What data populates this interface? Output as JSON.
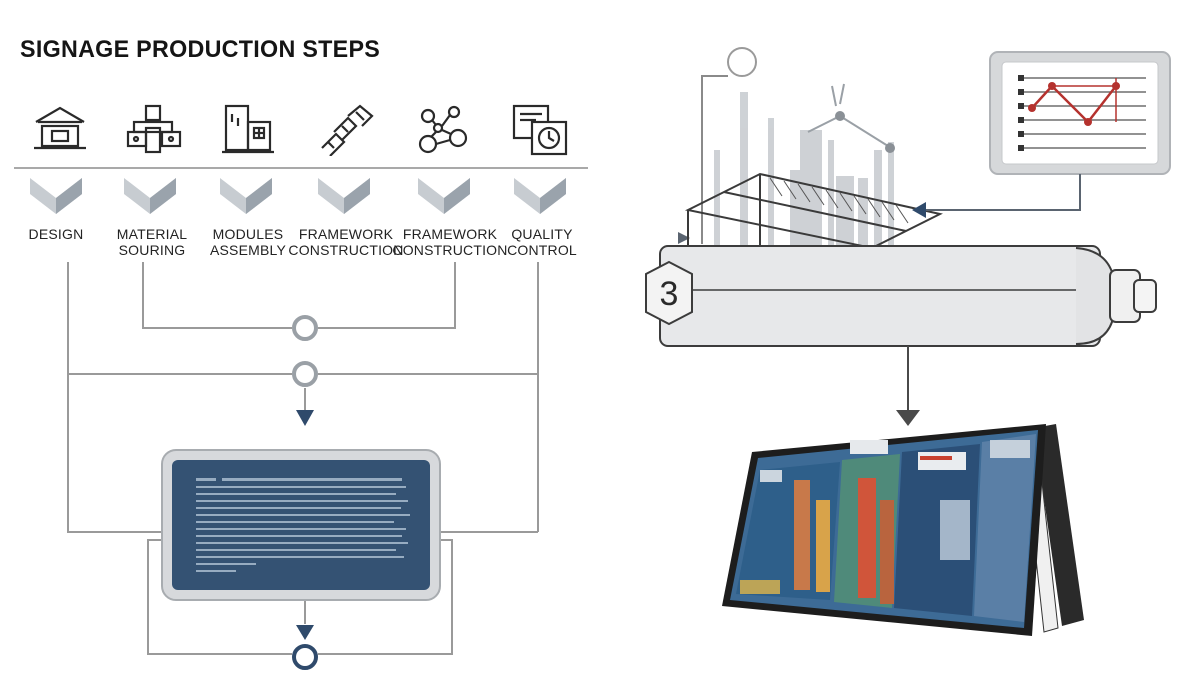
{
  "title": "SIGNAGE PRODUCTION STEPS",
  "steps": [
    {
      "label": "DESIGN",
      "icon": "building-icon"
    },
    {
      "label": "MATERIAL\nSOURING",
      "icon": "blocks-icon"
    },
    {
      "label": "MODULES\nASSEMBLY",
      "icon": "modules-icon"
    },
    {
      "label": "FRAMEWORK\nCONSTRUCTION",
      "icon": "framework-icon"
    },
    {
      "label": "FRAMEWORK\nCONSTRUCTION",
      "icon": "network-icon"
    },
    {
      "label": "QUALITY\nCONTROL",
      "icon": "clock-document-icon"
    }
  ],
  "stage_badge": "3",
  "colors": {
    "navy": "#2f4a6b",
    "screen": "#345273",
    "line": "#9a9a9a",
    "chevron": "#c7ccd1",
    "accent_red": "#b5322e"
  }
}
